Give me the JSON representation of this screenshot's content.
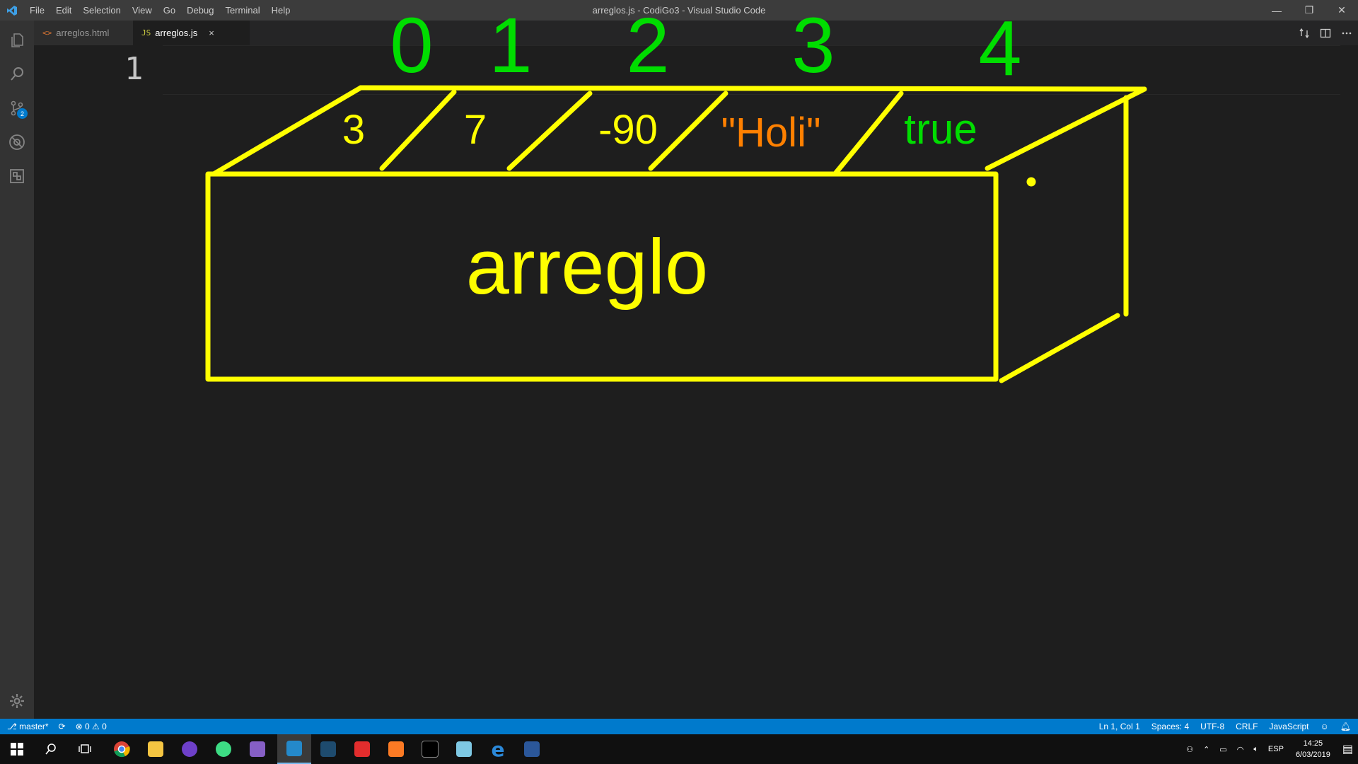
{
  "window": {
    "title": "arreglos.js - CodiGo3 - Visual Studio Code"
  },
  "menu": [
    "File",
    "Edit",
    "Selection",
    "View",
    "Go",
    "Debug",
    "Terminal",
    "Help"
  ],
  "window_controls": {
    "minimize": "—",
    "restore": "❐",
    "close": "✕"
  },
  "activity_bar": {
    "source_control_badge": "2"
  },
  "tabs": [
    {
      "icon": "<>",
      "label": "arreglos.html"
    },
    {
      "icon": "JS",
      "label": "arreglos.js",
      "close": "×"
    }
  ],
  "editor": {
    "line_number": "1"
  },
  "drawing": {
    "indices": [
      "0",
      "1",
      "2",
      "3",
      "4"
    ],
    "values": [
      {
        "text": "3",
        "color": "#ffff00"
      },
      {
        "text": "7",
        "color": "#ffff00"
      },
      {
        "text": "-90",
        "color": "#ffff00"
      },
      {
        "text": "\"Holi\"",
        "color": "#ff8000"
      },
      {
        "text": "true",
        "color": "#00dd00"
      }
    ],
    "label": "arreglo",
    "box_color": "#ffff00",
    "index_color": "#00dd00"
  },
  "status_bar": {
    "branch": "master*",
    "errors": "0",
    "warnings": "0",
    "position": "Ln 1, Col 1",
    "spaces": "Spaces: 4",
    "encoding": "UTF-8",
    "eol": "CRLF",
    "language": "JavaScript"
  },
  "taskbar": {
    "language": "ESP",
    "time": "14:25",
    "date": "6/03/2019"
  }
}
